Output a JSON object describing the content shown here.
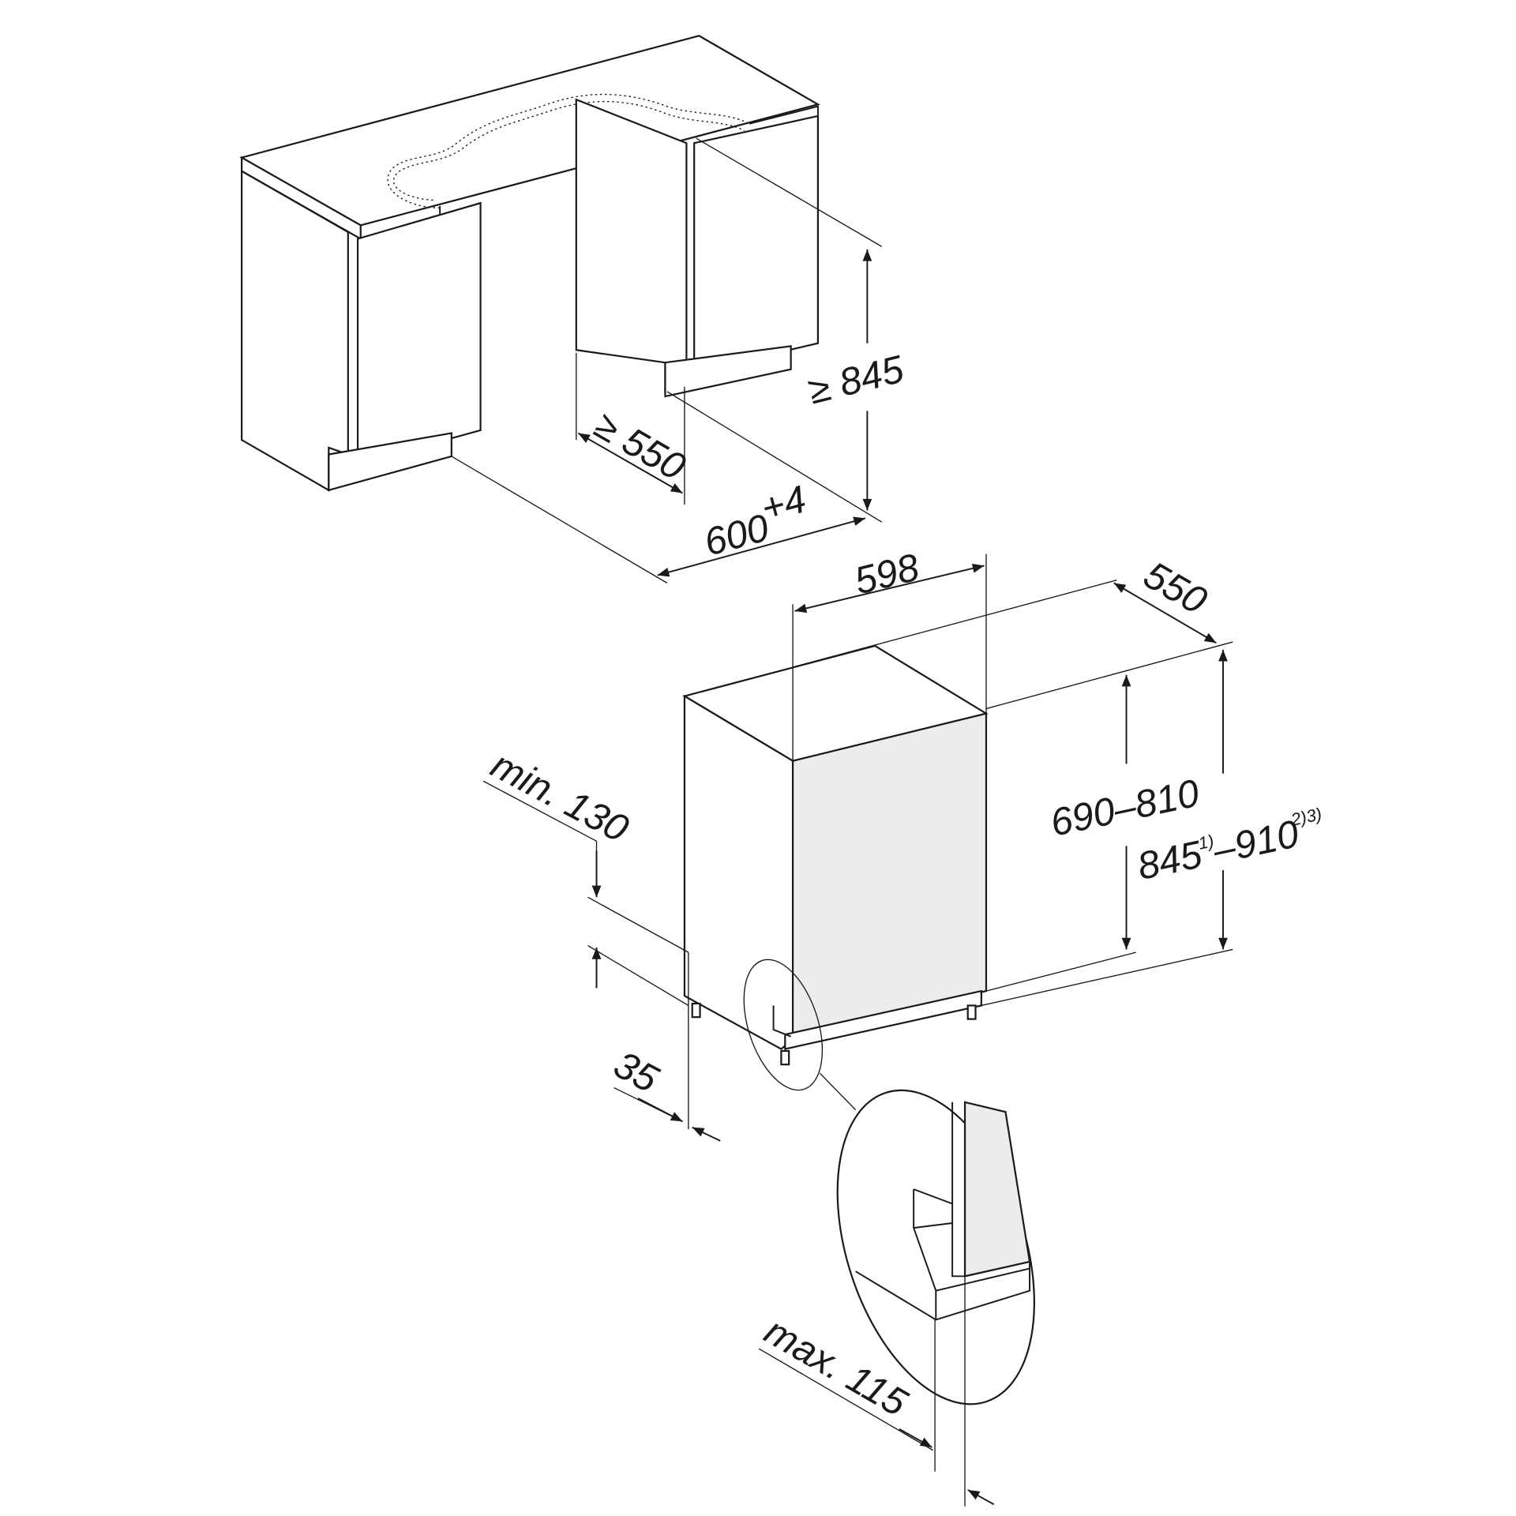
{
  "title": "Dishwasher installation dimensions (mm)",
  "niche": {
    "height": "≥ 845",
    "depth": "≥ 550",
    "width": "600",
    "width_tolerance": "+4"
  },
  "appliance": {
    "width": "598",
    "depth": "550",
    "door_height": "690–810",
    "height_min": "845",
    "height_min_note": "1)",
    "height_max": "–910",
    "height_max_note": "2)3)",
    "plinth_height": "min. 130",
    "plinth_setback": "35",
    "detail_offset": "max. 115"
  }
}
